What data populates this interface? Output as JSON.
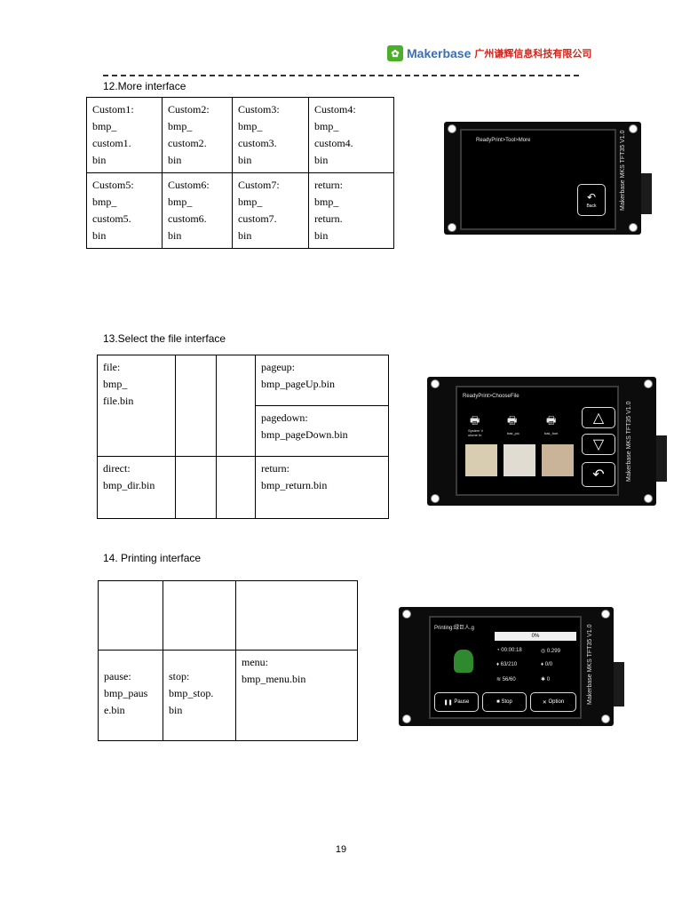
{
  "header": {
    "brand": "Makerbase",
    "company": "广州谦辉信息科技有限公司"
  },
  "sections": {
    "more": {
      "title": "12.More interface",
      "cells": [
        [
          "Custom1:\nbmp_\ncustom1.\nbin",
          "Custom2:\nbmp_\ncustom2.\nbin",
          "Custom3:\nbmp_\ncustom3.\nbin",
          "Custom4:\nbmp_\ncustom4.\nbin"
        ],
        [
          "Custom5:\nbmp_\ncustom5.\nbin",
          "Custom6:\nbmp_\ncustom6.\nbin",
          "Custom7:\nbmp_\ncustom7.\nbin",
          "return:\nbmp_\nreturn.\nbin"
        ]
      ]
    },
    "file": {
      "title": "13.Select the file interface",
      "cell_file": "file:\nbmp_\nfile.bin",
      "cell_pageup": "pageup:\nbmp_pageUp.bin",
      "cell_pagedown": "pagedown:\nbmp_pageDown.bin",
      "cell_direct": "direct:\nbmp_dir.bin",
      "cell_return": "return:\nbmp_return.bin"
    },
    "printing": {
      "title": "14. Printing interface",
      "cell_pause": "pause:\nbmp_paus\ne.bin",
      "cell_stop": "stop:\nbmp_stop.\nbin",
      "cell_menu": "menu:\nbmp_menu.bin"
    }
  },
  "screens": {
    "more": {
      "path": "ReadyPrint>Tool>More",
      "back": "Back",
      "model": "MKS TFT35 V1.0",
      "brand": "Makerbase"
    },
    "file": {
      "path": "ReadyPrint>ChooseFile",
      "items": [
        "System V\nolume In",
        "bak_pic",
        "bak_font"
      ],
      "model": "MKS TFT35 V1.0",
      "brand": "Makerbase"
    },
    "printing": {
      "path": "Printing:绿巨人.g",
      "progress": "0%",
      "time": "00:00:18",
      "z": "0.299",
      "nozzle": "63/210",
      "fan": "0/0",
      "bed": "56/60",
      "speed": "0",
      "pause": "Pause",
      "stop": "Stop",
      "option": "Option",
      "model": "MKS TFT35 V1.0",
      "brand": "Makerbase"
    }
  },
  "page_number": "19",
  "colors": {
    "logo_green": "#4caf2a",
    "logo_blue": "#3a6fb0",
    "logo_red": "#d0251b"
  }
}
